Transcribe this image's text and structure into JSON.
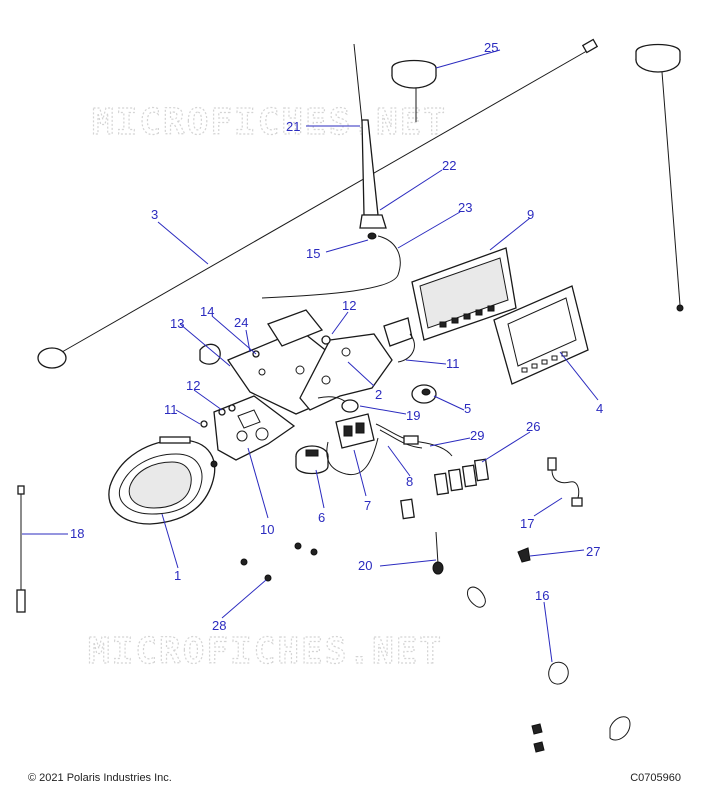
{
  "watermark": "MICROFICHES.NET",
  "footer": {
    "copyright": "© 2021 Polaris Industries Inc.",
    "figure_id": "C0705960"
  },
  "callouts": [
    {
      "id": "1",
      "label": "1"
    },
    {
      "id": "2",
      "label": "2"
    },
    {
      "id": "3",
      "label": "3"
    },
    {
      "id": "4",
      "label": "4"
    },
    {
      "id": "5",
      "label": "5"
    },
    {
      "id": "6",
      "label": "6"
    },
    {
      "id": "7",
      "label": "7"
    },
    {
      "id": "8",
      "label": "8"
    },
    {
      "id": "9",
      "label": "9"
    },
    {
      "id": "10",
      "label": "10"
    },
    {
      "id": "11a",
      "label": "11"
    },
    {
      "id": "11b",
      "label": "11"
    },
    {
      "id": "12a",
      "label": "12"
    },
    {
      "id": "12b",
      "label": "12"
    },
    {
      "id": "13",
      "label": "13"
    },
    {
      "id": "14",
      "label": "14"
    },
    {
      "id": "15",
      "label": "15"
    },
    {
      "id": "16",
      "label": "16"
    },
    {
      "id": "17",
      "label": "17"
    },
    {
      "id": "18",
      "label": "18"
    },
    {
      "id": "19",
      "label": "19"
    },
    {
      "id": "20",
      "label": "20"
    },
    {
      "id": "21",
      "label": "21"
    },
    {
      "id": "22",
      "label": "22"
    },
    {
      "id": "23",
      "label": "23"
    },
    {
      "id": "24",
      "label": "24"
    },
    {
      "id": "25",
      "label": "25"
    },
    {
      "id": "26",
      "label": "26"
    },
    {
      "id": "27",
      "label": "27"
    },
    {
      "id": "28",
      "label": "28"
    },
    {
      "id": "29",
      "label": "29"
    }
  ],
  "colors": {
    "callout": "#2b2bbf",
    "line_art": "#1a1a1a",
    "watermark": "#d4d4d4"
  }
}
